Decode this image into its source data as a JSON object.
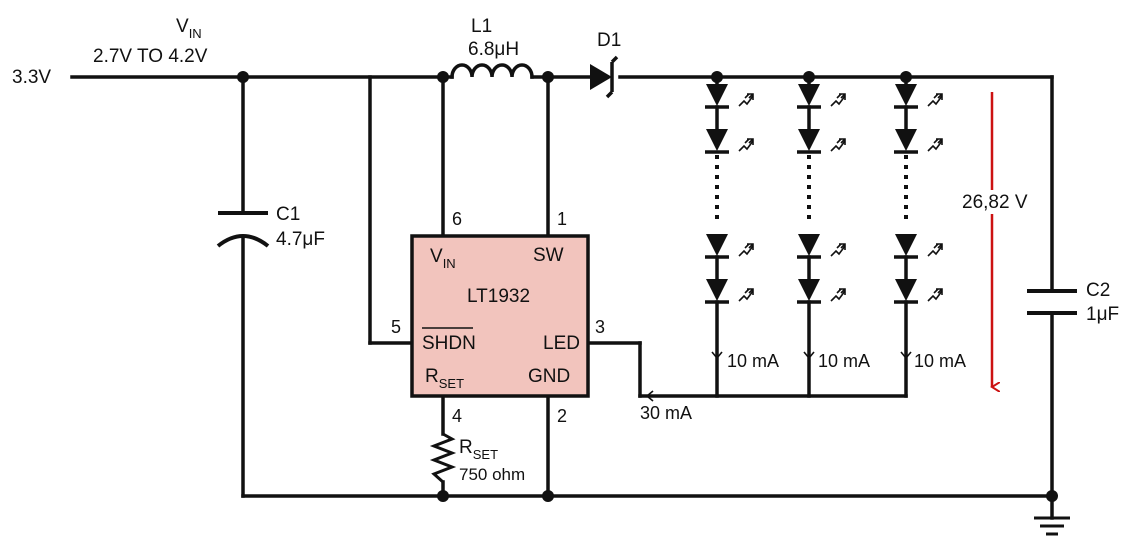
{
  "input": {
    "rail_voltage": "3.3V",
    "vin_label": "V",
    "vin_sub": "IN",
    "vin_range": "2.7V TO 4.2V"
  },
  "inductor": {
    "ref": "L1",
    "value": "6.8μH"
  },
  "diode": {
    "ref": "D1"
  },
  "c1": {
    "ref": "C1",
    "value": "4.7μF"
  },
  "c2": {
    "ref": "C2",
    "value": "1μF"
  },
  "ic": {
    "name": "LT1932",
    "fill_color": "#f2c4bd",
    "vin": "V",
    "vin_sub": "IN",
    "sw": "SW",
    "shdn": "SHDN",
    "led": "LED",
    "rset": "R",
    "rset_sub": "SET",
    "gnd": "GND",
    "pins": {
      "vin": "6",
      "sw": "1",
      "shdn": "5",
      "led": "3",
      "rset": "4",
      "gnd": "2"
    }
  },
  "rset": {
    "label": "R",
    "label_sub": "SET",
    "value": "750 ohm"
  },
  "led_strings": [
    {
      "current": "10 mA"
    },
    {
      "current": "10 mA"
    },
    {
      "current": "10 mA"
    }
  ],
  "total_current": "30 mA",
  "output_voltage": {
    "text": "26,82 V",
    "color": "#cc1111"
  }
}
